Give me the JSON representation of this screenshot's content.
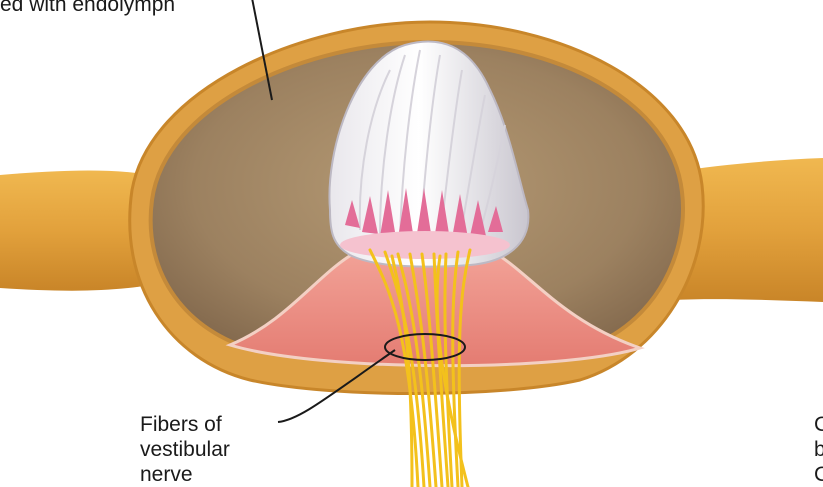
{
  "labels": {
    "endolymph": "ed with endolymph",
    "fibers_line1": "Fibers of",
    "fibers_line2": "vestibular",
    "fibers_line3": "nerve",
    "right_line1": "C",
    "right_line2": "b",
    "right_line3": "C"
  },
  "colors": {
    "wall_outer": "#d99a3a",
    "wall_inner": "#e8b35a",
    "cavity": "#a88c67",
    "cupula": "#f2f0f3",
    "hair_cells": "#e0709a",
    "crista_base": "#ef8f88",
    "nerve_fibers": "#f2c21b",
    "leader_line": "#1a1a1a"
  }
}
